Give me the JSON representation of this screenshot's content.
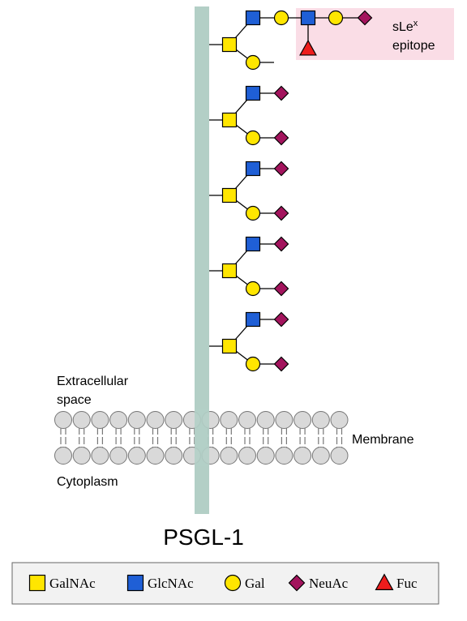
{
  "labels": {
    "extracellular_line1": "Extracellular",
    "extracellular_line2": "space",
    "cytoplasm": "Cytoplasm",
    "membrane": "Membrane",
    "protein": "PSGL-1",
    "epitope_line1": "sLe",
    "epitope_sup": "x",
    "epitope_line2": "epitope"
  },
  "legend": [
    {
      "shape": "square",
      "color": "#FFE600",
      "label": "GalNAc"
    },
    {
      "shape": "square",
      "color": "#1F5FD6",
      "label": "GlcNAc"
    },
    {
      "shape": "circle",
      "color": "#FFE600",
      "label": "Gal"
    },
    {
      "shape": "diamond",
      "color": "#A3145D",
      "label": "NeuAc"
    },
    {
      "shape": "triangle",
      "color": "#EE1C1C",
      "label": "Fuc"
    }
  ],
  "colors": {
    "protein_bar": "#B3CFC6",
    "epitope_box": "#FADDE6",
    "lipid_head": "#D9D9D9",
    "legend_bg": "#F2F2F2"
  },
  "glycans": [
    {
      "type": "sLex",
      "upper": [
        "GlcNAc",
        "Gal",
        "GlcNAc",
        "Gal",
        "NeuAc"
      ],
      "lower": [
        "Gal"
      ],
      "branch_fucose": "Fuc"
    },
    {
      "type": "core2",
      "upper": [
        "GlcNAc",
        "NeuAc"
      ],
      "lower": [
        "Gal",
        "NeuAc"
      ]
    },
    {
      "type": "core2",
      "upper": [
        "GlcNAc",
        "NeuAc"
      ],
      "lower": [
        "Gal",
        "NeuAc"
      ]
    },
    {
      "type": "core2",
      "upper": [
        "GlcNAc",
        "NeuAc"
      ],
      "lower": [
        "Gal",
        "NeuAc"
      ]
    },
    {
      "type": "core2",
      "upper": [
        "GlcNAc",
        "NeuAc"
      ],
      "lower": [
        "Gal",
        "NeuAc"
      ]
    }
  ]
}
